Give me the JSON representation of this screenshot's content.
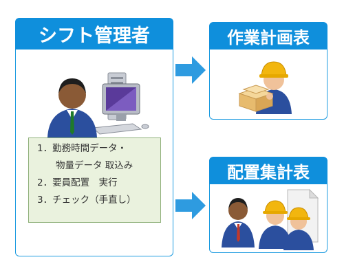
{
  "left_panel": {
    "title": "シフト管理者",
    "icon": "person-at-computer-icon",
    "steps": [
      "1．勤務時間データ・",
      "　　物量データ 取込み",
      "2．要員配置　実行",
      "3．チェック（手直し）"
    ]
  },
  "top_right_panel": {
    "title": "作業計画表",
    "icon": "worker-with-boxes-icon"
  },
  "bottom_right_panel": {
    "title": "配置集計表",
    "icon": "manager-with-workers-icon"
  },
  "colors": {
    "header_blue": "#0f8fdc",
    "border_blue": "#1a9ae0",
    "arrow_blue": "#2e9be0",
    "steps_bg": "#eaf2de",
    "steps_border": "#8fb07a"
  }
}
